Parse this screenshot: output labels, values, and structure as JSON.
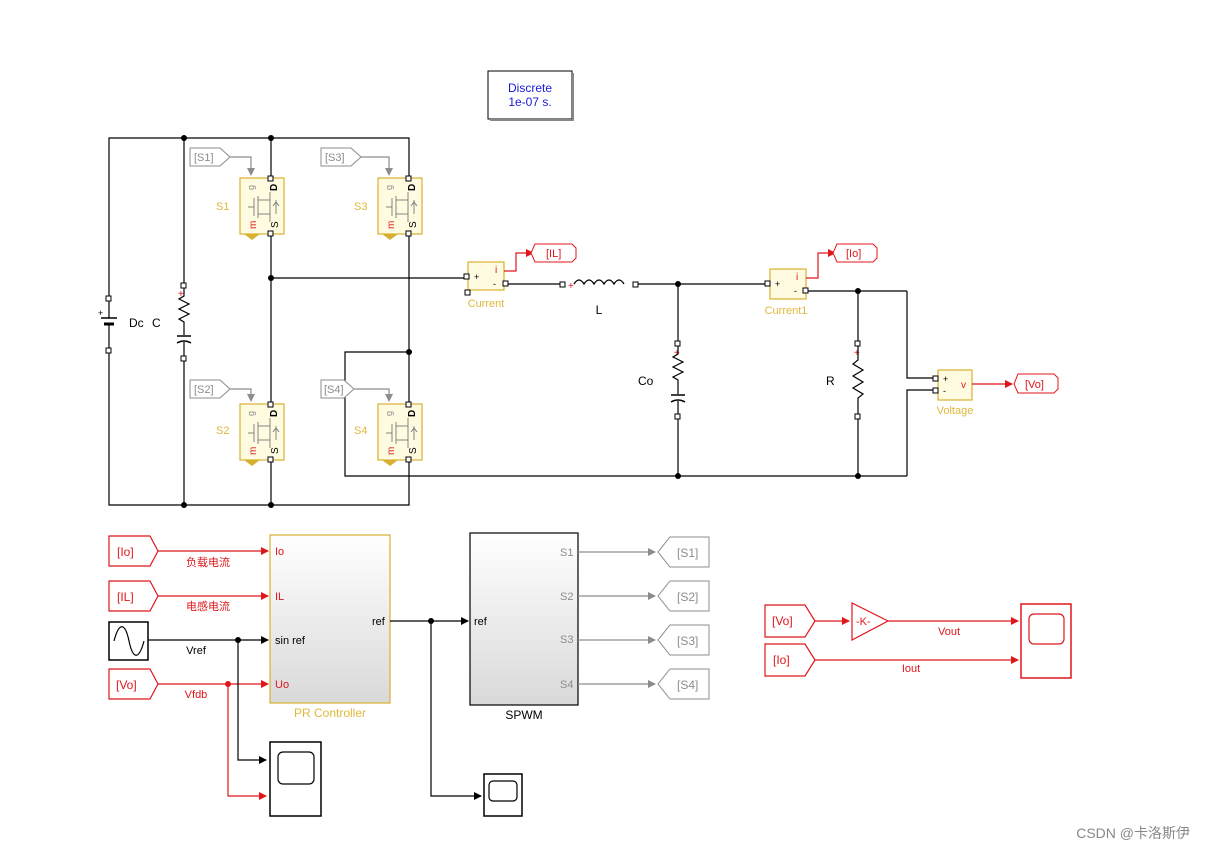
{
  "solver": {
    "line1": "Discrete",
    "line2": "1e-07 s."
  },
  "dc_source": {
    "label": "Dc",
    "cap_label": "C"
  },
  "switches": [
    {
      "goto": "[S1]",
      "label": "S1"
    },
    {
      "goto": "[S3]",
      "label": "S3"
    },
    {
      "goto": "[S2]",
      "label": "S2"
    },
    {
      "goto": "[S4]",
      "label": "S4"
    }
  ],
  "switch_pins": {
    "gate": "g",
    "drain": "D",
    "meas": "m",
    "source": "S"
  },
  "current_sensor": {
    "label": "Current",
    "tag": "[IL]",
    "out": "i",
    "plus": "+",
    "minus": "-"
  },
  "inductor": {
    "label": "L"
  },
  "capacitor": {
    "label": "Co"
  },
  "current_sensor1": {
    "label": "Current1",
    "tag": "[Io]",
    "out": "i",
    "plus": "+",
    "minus": "-"
  },
  "resistor": {
    "label": "R"
  },
  "voltage_sensor": {
    "label": "Voltage",
    "tag": "[Vo]",
    "out": "v",
    "plus": "+",
    "minus": "-"
  },
  "controller_inputs": [
    {
      "tag": "[Io]",
      "wire_label": "负载电流",
      "port": "Io"
    },
    {
      "tag": "[IL]",
      "wire_label": "电感电流",
      "port": "IL"
    },
    {
      "tag": "",
      "wire_label": "Vref",
      "port": "sin ref"
    },
    {
      "tag": "[Vo]",
      "wire_label": "Vfdb",
      "port": "Uo"
    }
  ],
  "pr_controller": {
    "label": "PR Controller",
    "out_port": "ref"
  },
  "spwm": {
    "label": "SPWM",
    "in_port": "ref",
    "out_ports": [
      "S1",
      "S2",
      "S3",
      "S4"
    ]
  },
  "spwm_outputs": [
    "[S1]",
    "[S2]",
    "[S3]",
    "[S4]"
  ],
  "scope_section": {
    "from_vo": "[Vo]",
    "from_io": "[Io]",
    "gain": "-K-",
    "vout_label": "Vout",
    "iout_label": "Iout"
  },
  "watermark": "CSDN @卡洛斯伊",
  "colors": {
    "red": "#e0161b",
    "yellow": "#e0b83a",
    "gray": "#8c8c8c",
    "blue": "#1a1adb"
  }
}
